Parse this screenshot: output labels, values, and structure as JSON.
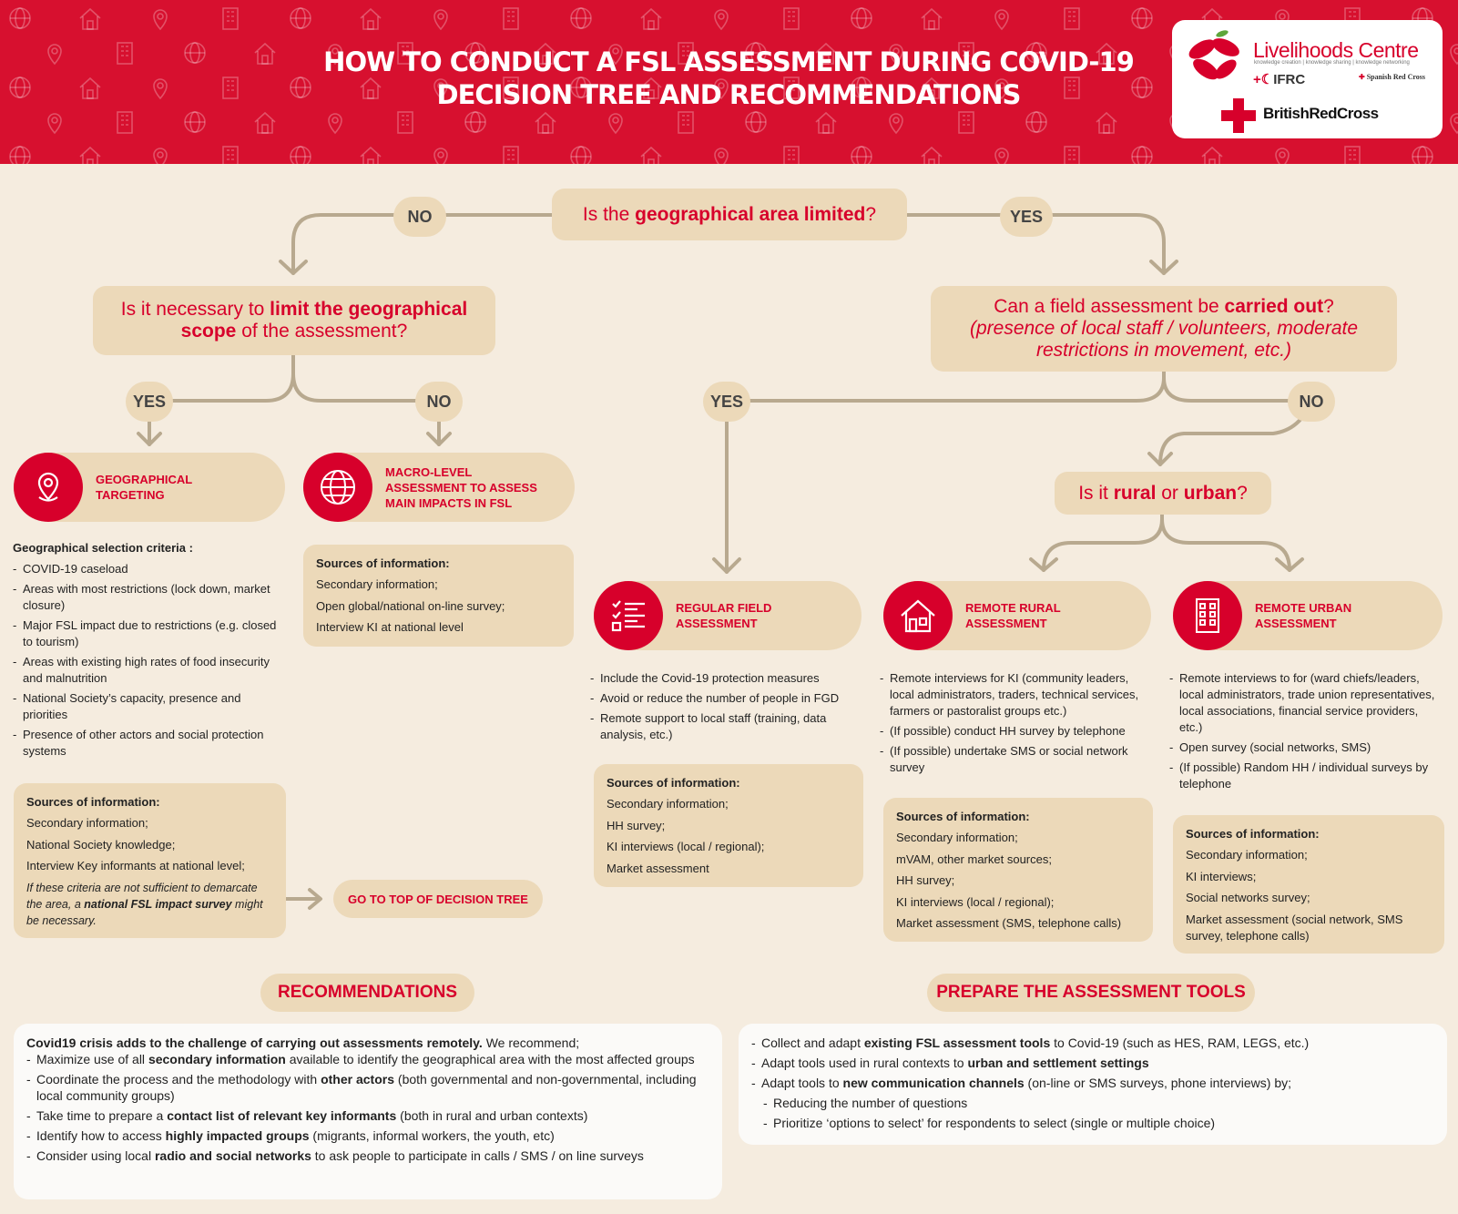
{
  "header": {
    "title_line1": "HOW TO CONDUCT A FSL ASSESSMENT DURING COVID-19",
    "title_line2": "DECISION TREE AND RECOMMENDATIONS",
    "background_color": "#d7102f"
  },
  "logos": {
    "livelihoods_centre": "Livelihoods Centre",
    "livelihoods_tagline": "knowledge creation | knowledge sharing | knowledge networking",
    "ifrc": "IFRC",
    "spanish_red_cross": "Spanish Red Cross",
    "british_red_cross": "BritishRedCross"
  },
  "tree": {
    "q1": {
      "pre": "Is the ",
      "bold": "geographical area limited",
      "post": "?"
    },
    "q1_no": "NO",
    "q1_yes": "YES",
    "q2": {
      "pre": "Is it necessary to ",
      "bold": "limit the geographical scope",
      "post": " of the assessment?"
    },
    "q2_yes": "YES",
    "q2_no": "NO",
    "q3": {
      "pre": "Can a field assessment be ",
      "bold": "carried out",
      "post": "?",
      "italic": "(presence of local staff / volunteers, moderate restrictions in movement, etc.)"
    },
    "q3_yes": "YES",
    "q3_no": "NO",
    "q4": {
      "pre": "Is it ",
      "bold1": "rural",
      "mid": " or ",
      "bold2": "urban",
      "post": "?"
    }
  },
  "outcomes": {
    "geo": {
      "label_line1": "GEOGRAPHICAL",
      "label_line2": "TARGETING",
      "icon": "location-pin-icon",
      "criteria_heading": "Geographical selection criteria :",
      "criteria": [
        "COVID-19 caseload",
        "Areas with most restrictions (lock down, market closure)",
        "Major FSL impact due to restrictions (e.g. closed to tourism)",
        "Areas with existing high rates of food insecurity and malnutrition",
        "National Society’s capacity, presence and priorities",
        "Presence of other actors and social protection systems"
      ],
      "sources_heading": "Sources of information:",
      "sources": [
        "Secondary information;",
        "National Society knowledge;",
        "Interview Key informants at national level;"
      ],
      "note_pre": "If these criteria are not sufficient to demarcate the area, a ",
      "note_bold": "national FSL impact survey",
      "note_post": " might be necessary.",
      "goto": "GO TO TOP OF DECISION TREE"
    },
    "macro": {
      "label_line1": "MACRO-LEVEL",
      "label_line2": "ASSESSMENT TO ASSESS",
      "label_line3": "MAIN IMPACTS IN FSL",
      "icon": "globe-icon",
      "sources_heading": "Sources of information:",
      "sources": [
        "Secondary information;",
        "Open global/national on-line survey;",
        "Interview KI at national level"
      ]
    },
    "field": {
      "label_line1": "REGULAR FIELD",
      "label_line2": "ASSESSMENT",
      "icon": "checklist-icon",
      "items": [
        "Include the Covid-19 protection measures",
        "Avoid or reduce the number of people in FGD",
        "Remote support to local staff (training, data analysis, etc.)"
      ],
      "sources_heading": "Sources of information:",
      "sources": [
        "Secondary information;",
        "HH survey;",
        "KI interviews (local / regional);",
        "Market assessment"
      ]
    },
    "rural": {
      "label_line1": "REMOTE RURAL",
      "label_line2": "ASSESSMENT",
      "icon": "house-icon",
      "items": [
        "Remote interviews for KI (community leaders, local administrators, traders, technical services, farmers or pastoralist groups etc.)",
        "(If possible) conduct HH survey by telephone",
        "(If possible) undertake SMS or social network survey"
      ],
      "sources_heading": "Sources of information:",
      "sources": [
        "Secondary information;",
        "mVAM, other market sources;",
        "HH survey;",
        "KI interviews (local / regional);",
        "Market assessment (SMS, telephone calls)"
      ]
    },
    "urban": {
      "label_line1": "REMOTE URBAN",
      "label_line2": "ASSESSMENT",
      "icon": "building-icon",
      "items": [
        "Remote interviews to for (ward chiefs/leaders, local administrators, trade union representatives, local associations, financial service providers, etc.)",
        "Open survey (social networks, SMS)",
        "(If possible) Random HH / individual surveys by telephone"
      ],
      "sources_heading": "Sources of information:",
      "sources": [
        "Secondary information;",
        "KI interviews;",
        "Social networks survey;",
        "Market assessment (social network, SMS survey, telephone calls)"
      ]
    }
  },
  "recommendations": {
    "heading": "RECOMMENDATIONS",
    "intro_bold": "Covid19 crisis adds to the challenge of carrying out assessments remotely.",
    "intro_rest": " We recommend;",
    "items": [
      {
        "pre": "Maximize use of all ",
        "bold": "secondary information",
        "post": " available to identify the geographical area with the most affected groups"
      },
      {
        "pre": "Coordinate the process and the methodology with ",
        "bold": "other actors",
        "post": " (both governmental and non-governmental, including local community groups)"
      },
      {
        "pre": "Take time to prepare a ",
        "bold": "contact list of relevant key informants",
        "post": " (both in rural and urban contexts)"
      },
      {
        "pre": "Identify how to access ",
        "bold": "highly impacted groups",
        "post": " (migrants, informal workers, the youth, etc)"
      },
      {
        "pre": "Consider using local ",
        "bold": "radio and social networks",
        "post": " to ask people to participate in calls / SMS / on line surveys"
      }
    ]
  },
  "tools": {
    "heading": "PREPARE THE ASSESSMENT TOOLS",
    "items": [
      {
        "pre": "Collect and adapt ",
        "bold": "existing FSL assessment tools",
        "post": " to Covid-19 (such as HES, RAM, LEGS, etc.)"
      },
      {
        "pre": "Adapt tools used in rural contexts to ",
        "bold": "urban and settlement settings",
        "post": ""
      },
      {
        "pre": "Adapt tools to ",
        "bold": "new communication channels",
        "post": " (on-line or SMS surveys, phone interviews) by;"
      }
    ],
    "subitems": [
      "Reducing the number of questions",
      "Prioritize ‘options to select’ for respondents to select (single or multiple choice)"
    ]
  },
  "colors": {
    "accent": "#d7002b",
    "box": "#ecd9b9",
    "background": "#f5ecdf",
    "connector": "#b8a98f"
  }
}
